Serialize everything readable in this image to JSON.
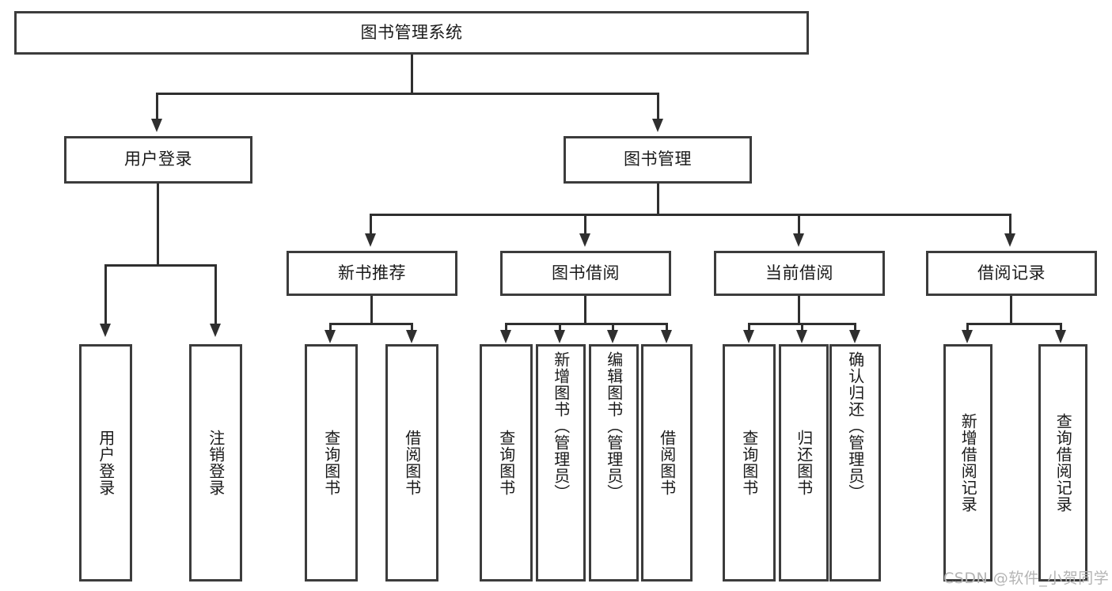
{
  "diagram": {
    "title": "图书管理系统",
    "type": "tree-hierarchy-chart",
    "root": {
      "label": "图书管理系统"
    },
    "level1": [
      {
        "label": "用户登录"
      },
      {
        "label": "图书管理"
      }
    ],
    "level2": [
      {
        "label": "新书推荐"
      },
      {
        "label": "图书借阅"
      },
      {
        "label": "当前借阅"
      },
      {
        "label": "借阅记录"
      }
    ],
    "leaves": {
      "user_login": [
        {
          "label": "用户登录"
        },
        {
          "label": "注销登录"
        }
      ],
      "new_book_recommend": [
        {
          "label": "查询图书"
        },
        {
          "label": "借阅图书"
        }
      ],
      "book_borrow": [
        {
          "label": "查询图书"
        },
        {
          "label": "新增图书（管理员）"
        },
        {
          "label": "编辑图书（管理员）"
        },
        {
          "label": "借阅图书"
        }
      ],
      "current_borrow": [
        {
          "label": "查询图书"
        },
        {
          "label": "归还图书"
        },
        {
          "label": "确认归还（管理员）"
        }
      ],
      "borrow_records": [
        {
          "label": "新增借阅记录"
        },
        {
          "label": "查询借阅记录"
        }
      ]
    }
  },
  "watermark": {
    "text": "CSDN @软件_小贺同学"
  },
  "colors": {
    "border": "#3c3c3c",
    "connector": "#2f2f2f",
    "background": "#ffffff",
    "text": "#1a1a1a",
    "watermark": "#b4b4b4"
  }
}
